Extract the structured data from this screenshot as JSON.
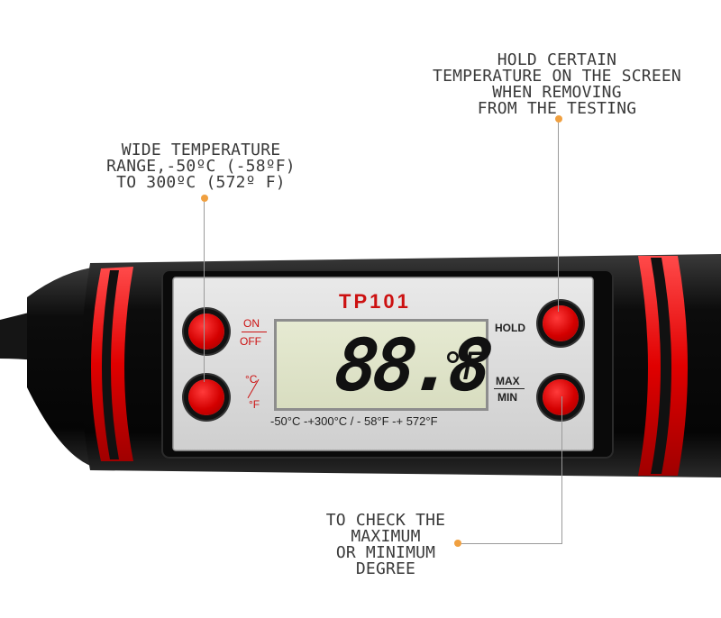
{
  "annotations": {
    "hold": [
      "HOLD CERTAIN",
      "TEMPERATURE ON THE SCREEN",
      "WHEN REMOVING",
      "FROM THE TESTING"
    ],
    "range": [
      "WIDE TEMPERATURE",
      "RANGE,-50ºC (-58ºF)",
      "TO 300ºC (572º F)"
    ],
    "maxmin": [
      "TO CHECK THE",
      "MAXIMUM",
      "OR MINIMUM",
      "DEGREE"
    ]
  },
  "device": {
    "model": "TP101",
    "display_digits": "88.8",
    "display_unit": "°F",
    "on_label": "ON",
    "off_label": "OFF",
    "c_label": "°C",
    "f_label": "°F",
    "hold_label": "HOLD",
    "max_label": "MAX",
    "min_label": "MIN",
    "range_text": "-50°C -+300°C / - 58°F -+ 572°F"
  },
  "colors": {
    "accent_dot": "#f0a040",
    "body": "#111111",
    "ring": "#e00000",
    "button": "#d40000",
    "model_text": "#cc1111"
  }
}
